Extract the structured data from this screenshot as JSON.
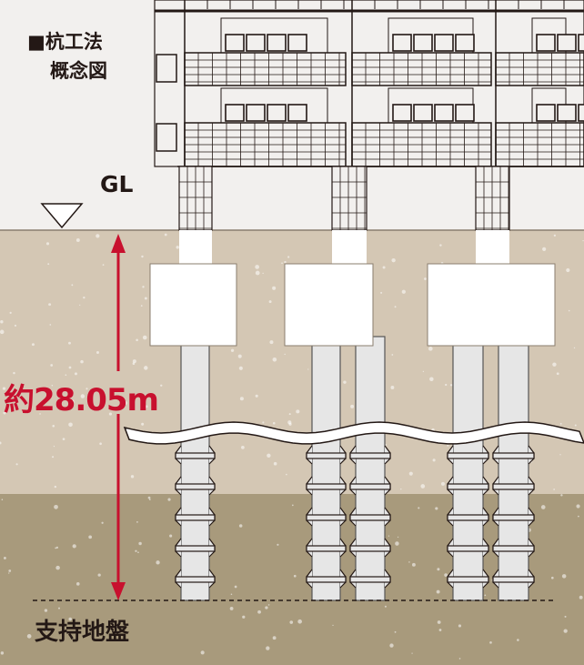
{
  "title": {
    "line1": "■杭工法",
    "line2": "概念図"
  },
  "ground_level_label": "GL",
  "depth_label": "約28.05m",
  "bearing_layer_label": "支持地盤",
  "colors": {
    "accent_red": "#c8102e",
    "upper_soil": "#d4c7b4",
    "lower_soil": "#a89a7c",
    "sky": "#f2f0ee"
  }
}
